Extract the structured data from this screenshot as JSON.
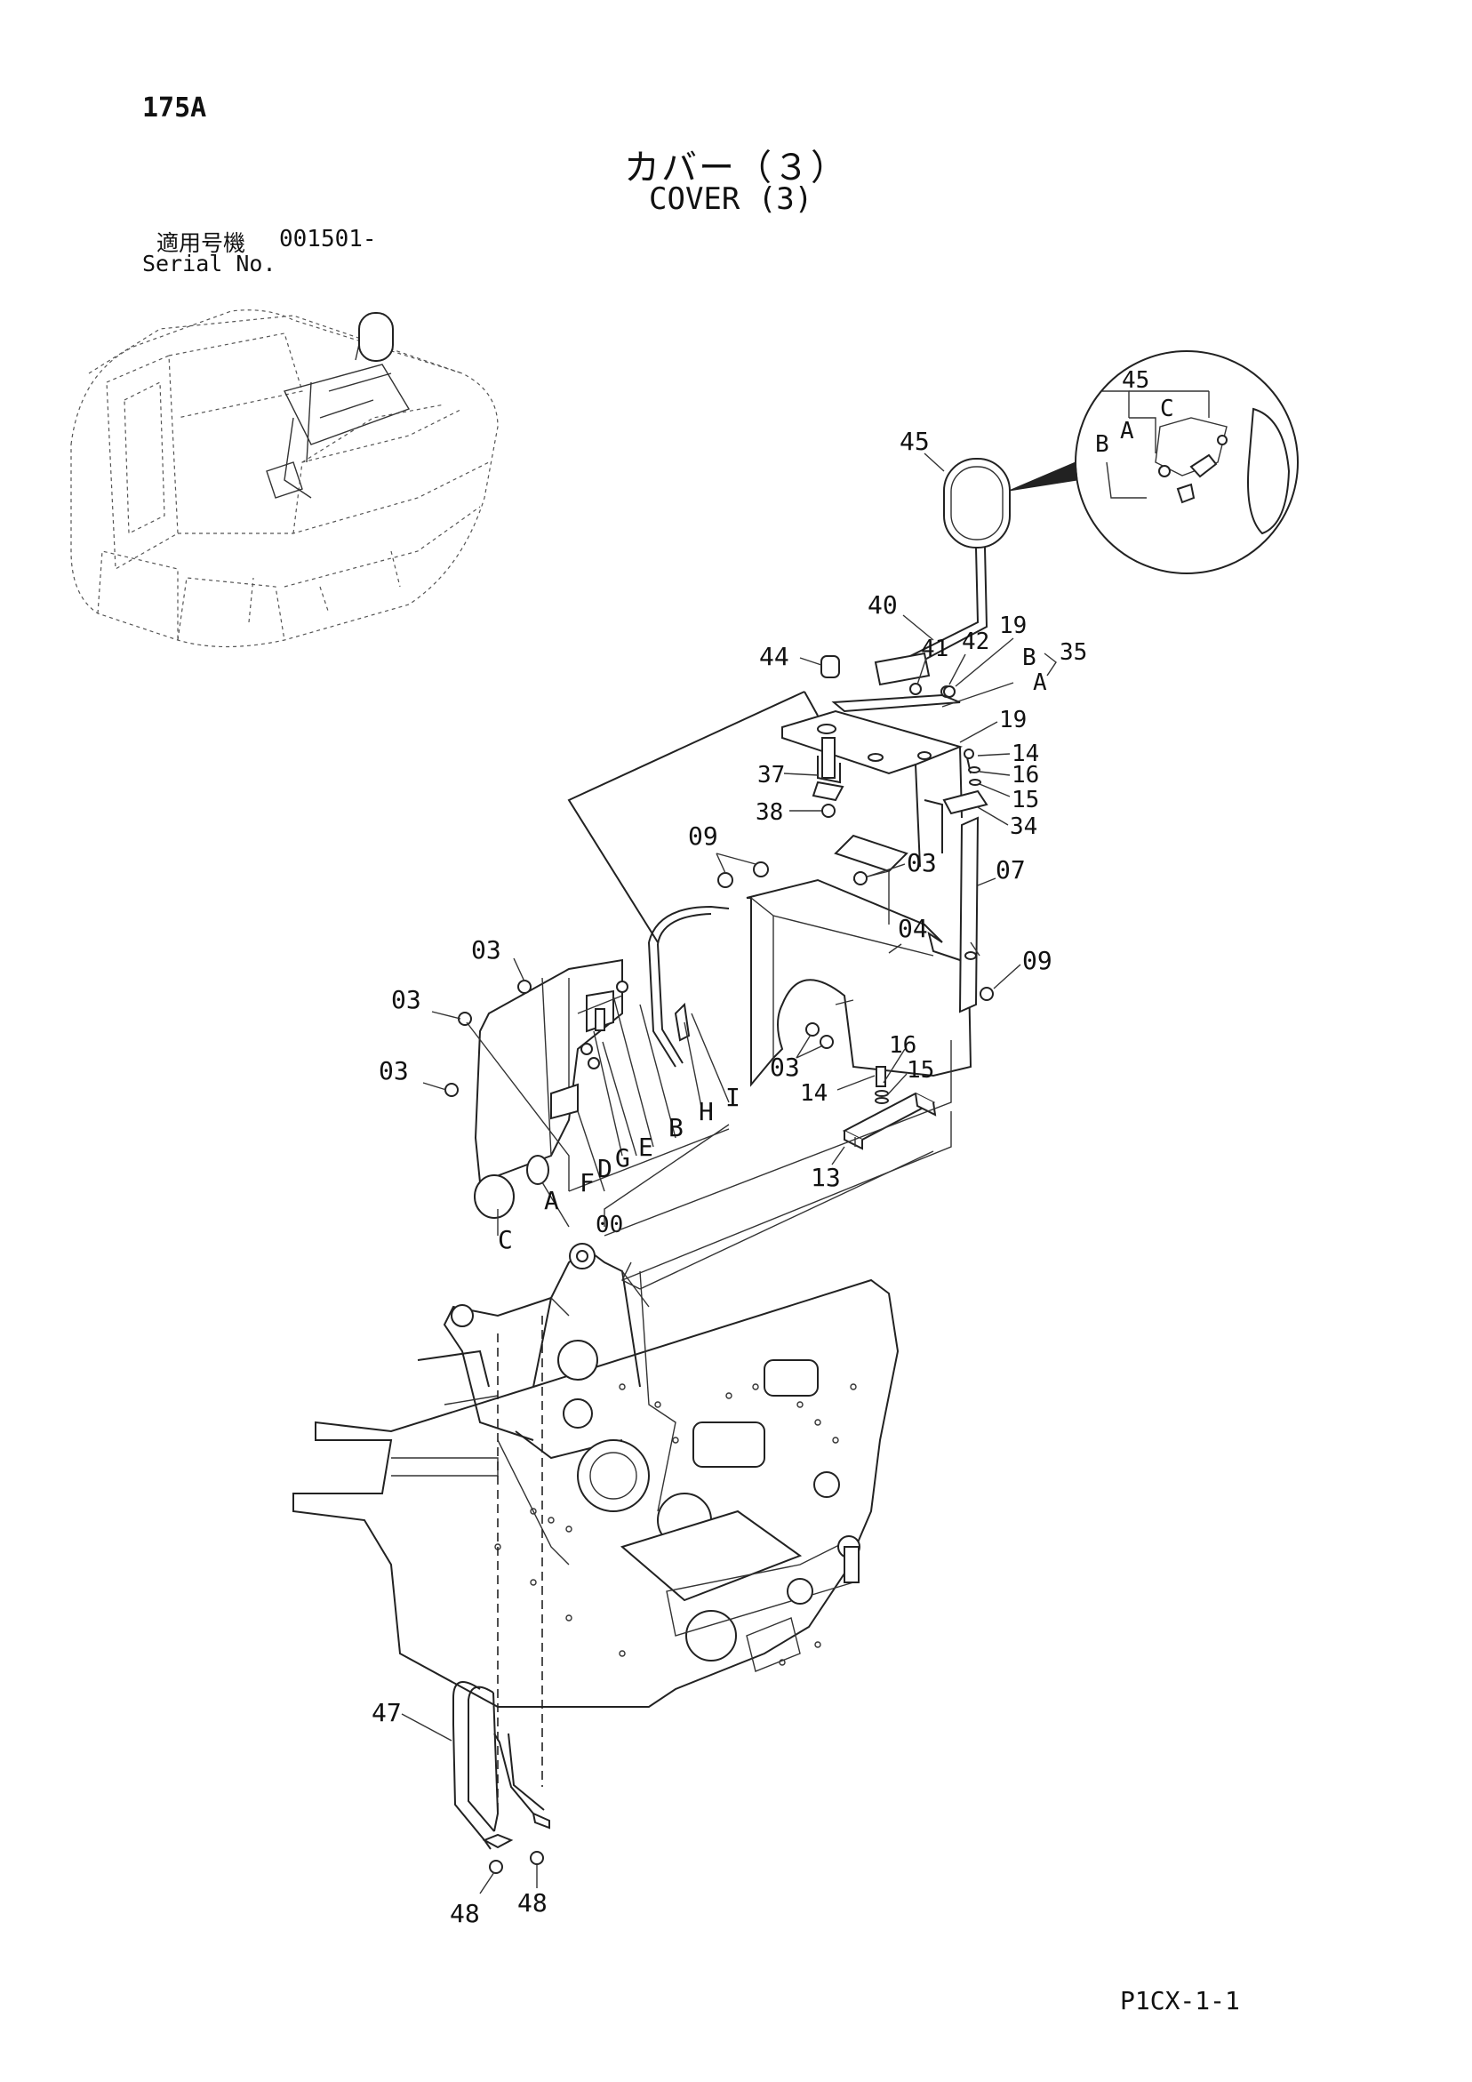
{
  "header": {
    "page_code": "175A",
    "title_jp": "カバー（３）",
    "title_en": "COVER (3)",
    "serial_label_jp": "適用号機",
    "serial_value": "001501-",
    "serial_label_en": "Serial No."
  },
  "footer": {
    "drawing_ref": "P1CX-1-1"
  },
  "callouts": {
    "c45a": "45",
    "c45b": "45",
    "c40": "40",
    "c44": "44",
    "c41": "41",
    "c42": "42",
    "c19a": "19",
    "c19b": "19",
    "c35": "35",
    "c14a": "14",
    "c16a": "16",
    "c15a": "15",
    "c34": "34",
    "c37": "37",
    "c38": "38",
    "c09a": "09",
    "c03a": "03",
    "c07": "07",
    "c04": "04",
    "c09b": "09",
    "c03b": "03",
    "c03c": "03",
    "c03d": "03",
    "c03e": "03",
    "c16b": "16",
    "c15b": "15",
    "c14b": "14",
    "c13": "13",
    "c00": "00",
    "c47": "47",
    "c48a": "48",
    "c48b": "48"
  },
  "letters": {
    "detail_B": "B",
    "detail_A": "A",
    "detail_C": "C",
    "ref_B": "B",
    "ref_A": "A",
    "l_A": "A",
    "l_C": "C",
    "l_F": "F",
    "l_D": "D",
    "l_G": "G",
    "l_E": "E",
    "l_B": "B",
    "l_H": "H",
    "l_I": "I"
  }
}
